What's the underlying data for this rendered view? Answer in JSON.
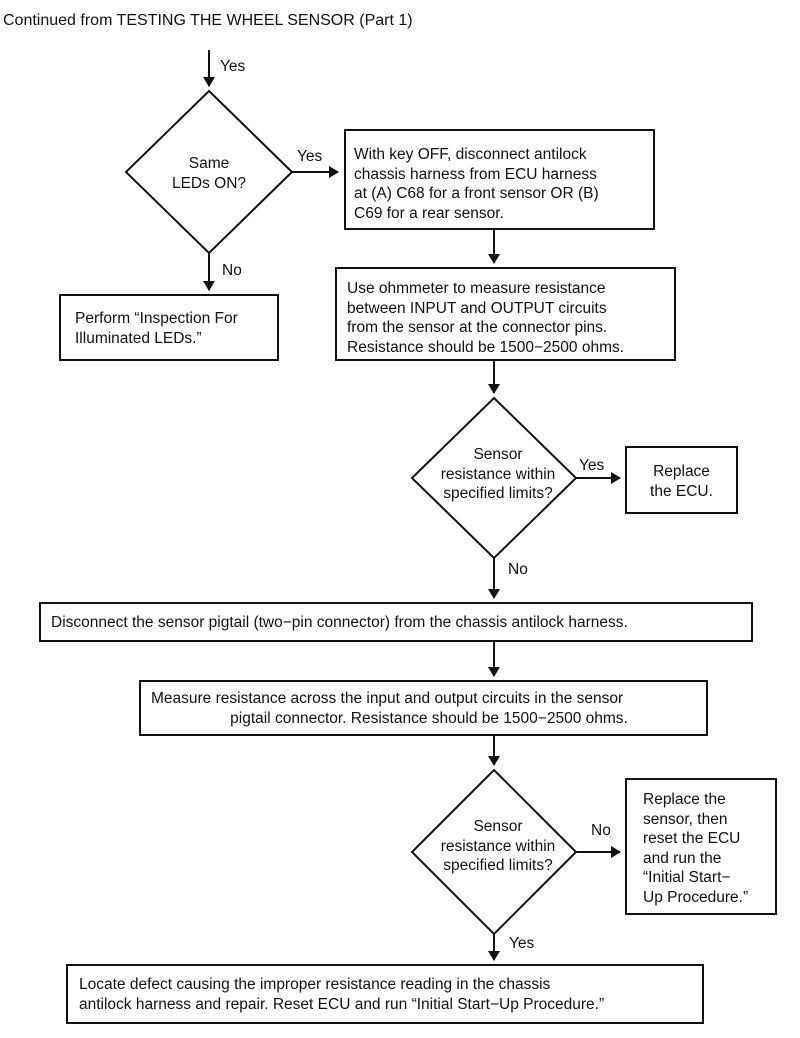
{
  "header": {
    "continued": "Continued from TESTING THE WHEEL SENSOR (Part 1)"
  },
  "labels": {
    "yes_top": "Yes",
    "yes_d1": "Yes",
    "no_d1": "No",
    "yes_d2": "Yes",
    "no_d2": "No",
    "no_d3": "No",
    "yes_d3": "Yes"
  },
  "decisions": {
    "d1": [
      "Same",
      "LEDs ON?"
    ],
    "d2": [
      "Sensor",
      "resistance within",
      "specified limits?"
    ],
    "d3": [
      "Sensor",
      "resistance within",
      "specified limits?"
    ]
  },
  "boxes": {
    "disconnect_ecu": [
      "With key OFF, disconnect antilock",
      "chassis harness from ECU harness",
      "at (A) C68 for a front sensor OR (B)",
      "C69 for a rear sensor."
    ],
    "inspection": [
      "Perform “Inspection For",
      "Illuminated LEDs.”"
    ],
    "ohmmeter": [
      "Use ohmmeter to measure resistance",
      "between INPUT and OUTPUT circuits",
      "from the sensor at the connector pins.",
      "Resistance should be 1500−2500 ohms."
    ],
    "replace_ecu": [
      "Replace",
      "the ECU."
    ],
    "pigtail": [
      "Disconnect the sensor pigtail (two−pin connector) from the chassis antilock harness."
    ],
    "measure_pigtail": [
      "Measure resistance across the input and output circuits in the sensor",
      "pigtail connector. Resistance should be 1500−2500 ohms."
    ],
    "replace_sensor": [
      "Replace the",
      "sensor, then",
      "reset the ECU",
      "and run the",
      "“Initial Start−",
      "Up Procedure.”"
    ],
    "locate_defect": [
      "Locate defect causing the improper resistance reading in  the chassis",
      "antilock harness and repair. Reset ECU and run “Initial Start−Up Procedure.”"
    ]
  }
}
